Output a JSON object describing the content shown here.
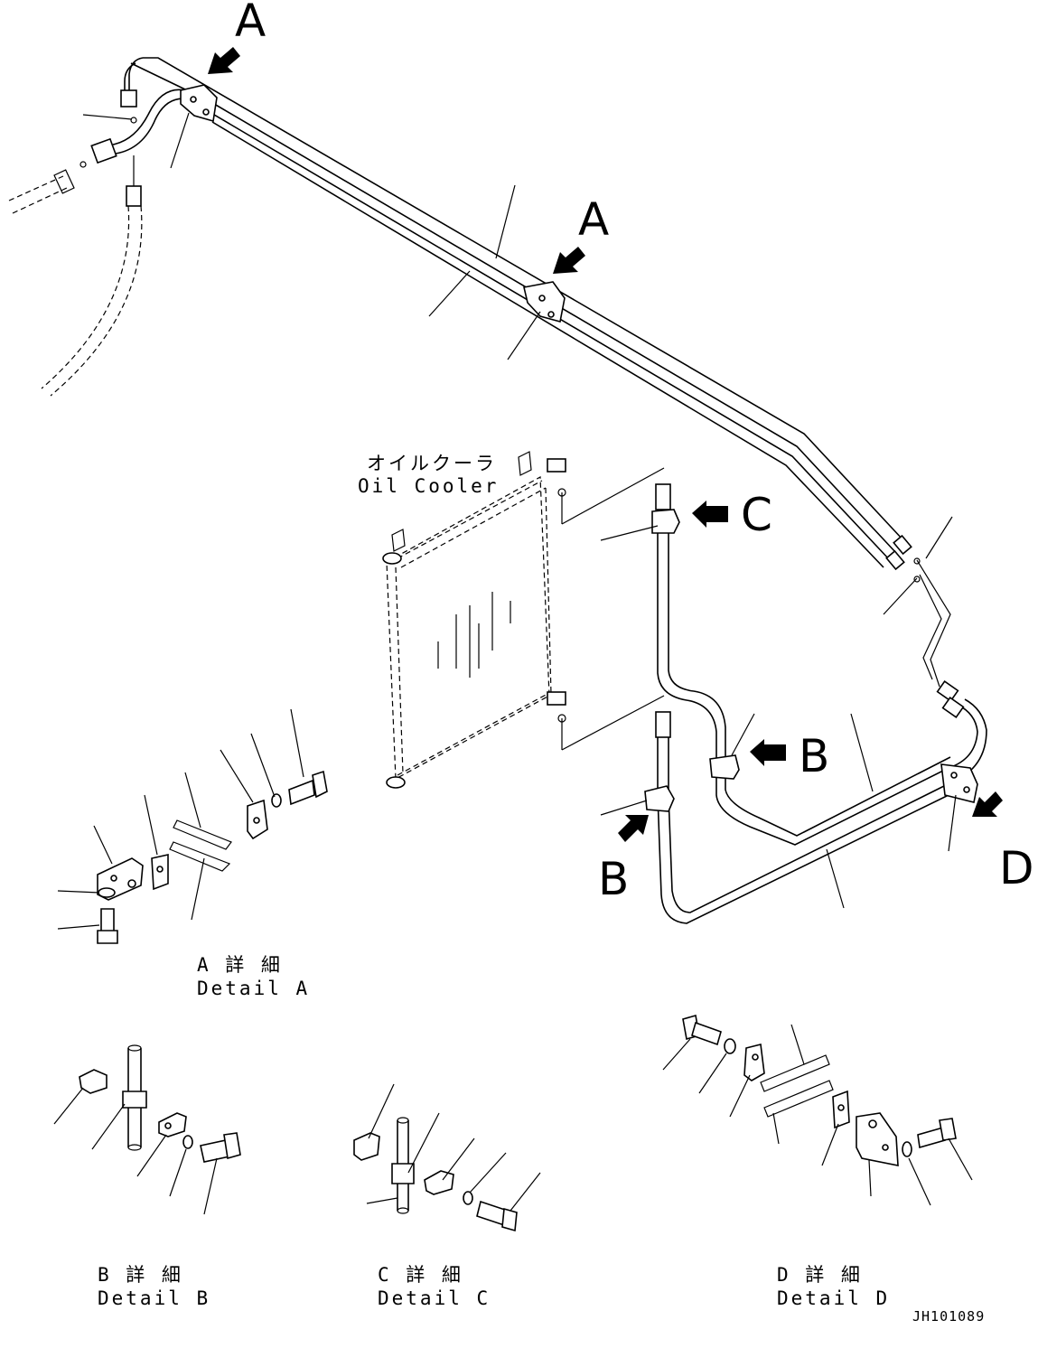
{
  "labels": {
    "callout_a_top": "A",
    "callout_a_mid": "A",
    "callout_b_right": "B",
    "callout_b_left": "B",
    "callout_c": "C",
    "callout_d": "D",
    "oil_cooler_jp": "オイルクーラ",
    "oil_cooler_en": "Oil Cooler",
    "detail_a_jp": "A 詳 細",
    "detail_a_en": "Detail A",
    "detail_b_jp": "B 詳 細",
    "detail_b_en": "Detail B",
    "detail_c_jp": "C 詳 細",
    "detail_c_en": "Detail C",
    "detail_d_jp": "D 詳 細",
    "detail_d_en": "Detail D",
    "drawing_id": "JH101089"
  },
  "colors": {
    "line": "#000000",
    "background": "#ffffff"
  }
}
